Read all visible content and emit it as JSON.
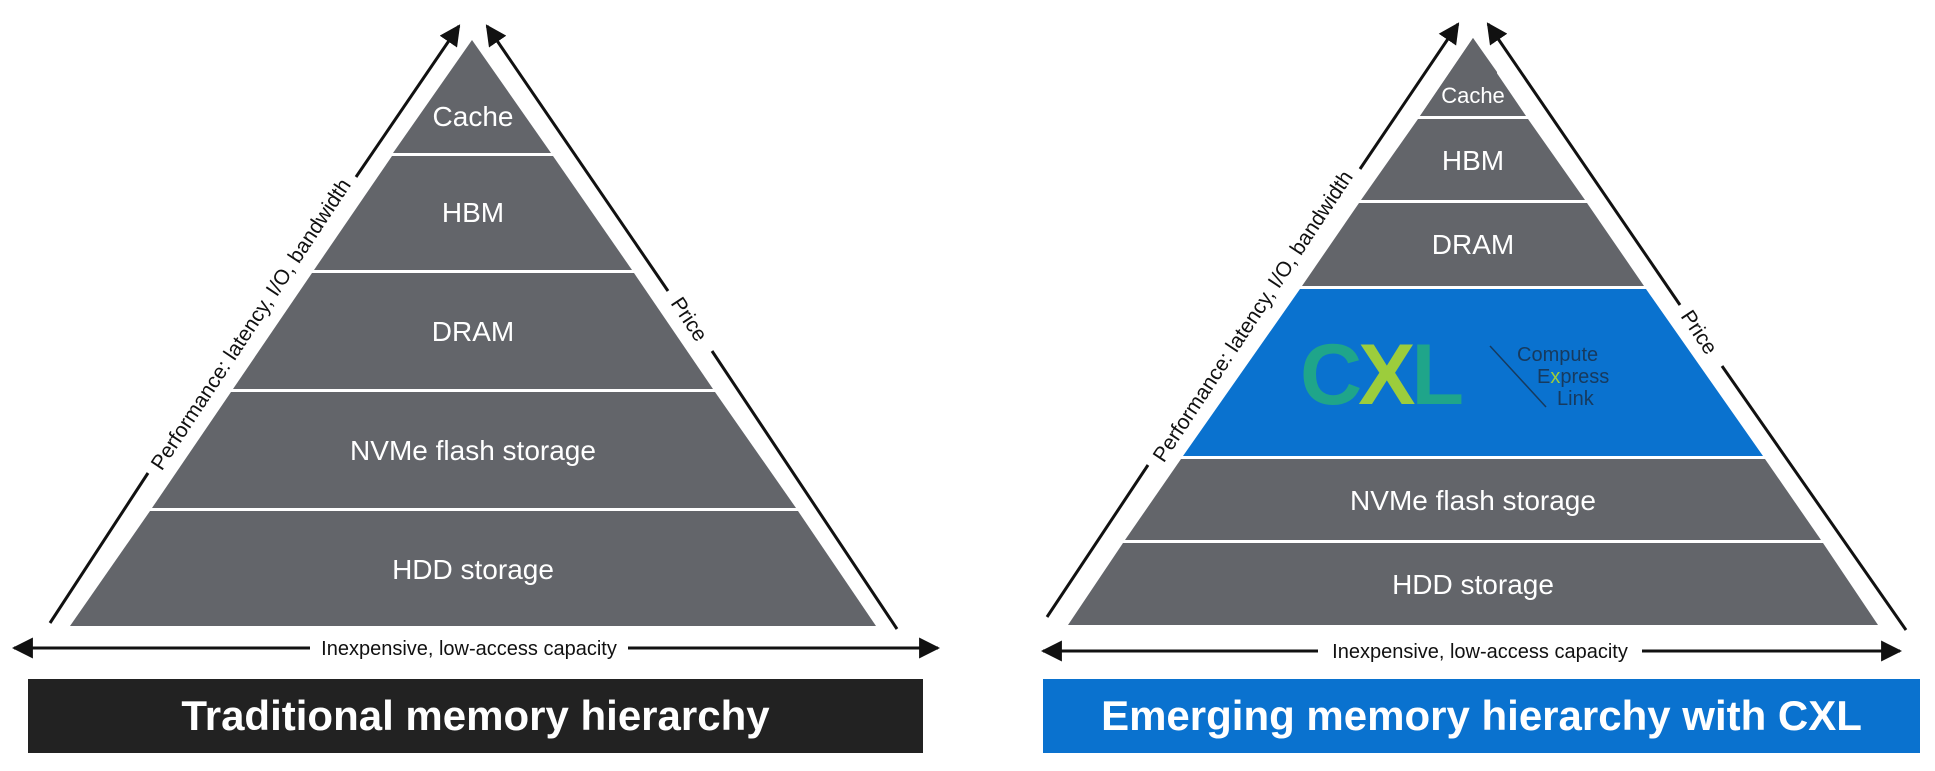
{
  "left": {
    "title": "Traditional memory hierarchy",
    "layers": [
      "Cache",
      "HBM",
      "DRAM",
      "NVMe flash storage",
      "HDD storage"
    ],
    "left_axis": "Performance: latency, I/O, bandwidth",
    "right_axis": "Price",
    "bottom_axis": "Inexpensive, low-access capacity"
  },
  "right": {
    "title": "Emerging memory hierarchy with CXL",
    "layers": [
      "Cache",
      "HBM",
      "DRAM",
      "CXL",
      "NVMe flash storage",
      "HDD storage"
    ],
    "cxl_logo": {
      "mark": "CXL",
      "line1": "Compute",
      "line2": "Express",
      "line3": "Link"
    },
    "left_axis": "Performance: latency, I/O, bandwidth",
    "right_axis": "Price",
    "bottom_axis": "Inexpensive, low-access capacity"
  },
  "colors": {
    "layer": "#63656a",
    "cxl_layer": "#0a72cf",
    "left_caption": "#222222",
    "right_caption": "#0a72cf",
    "cxl_green_dark": "#1fa58a",
    "cxl_green_light": "#9ccd3c",
    "cxl_text": "#173a5e"
  }
}
